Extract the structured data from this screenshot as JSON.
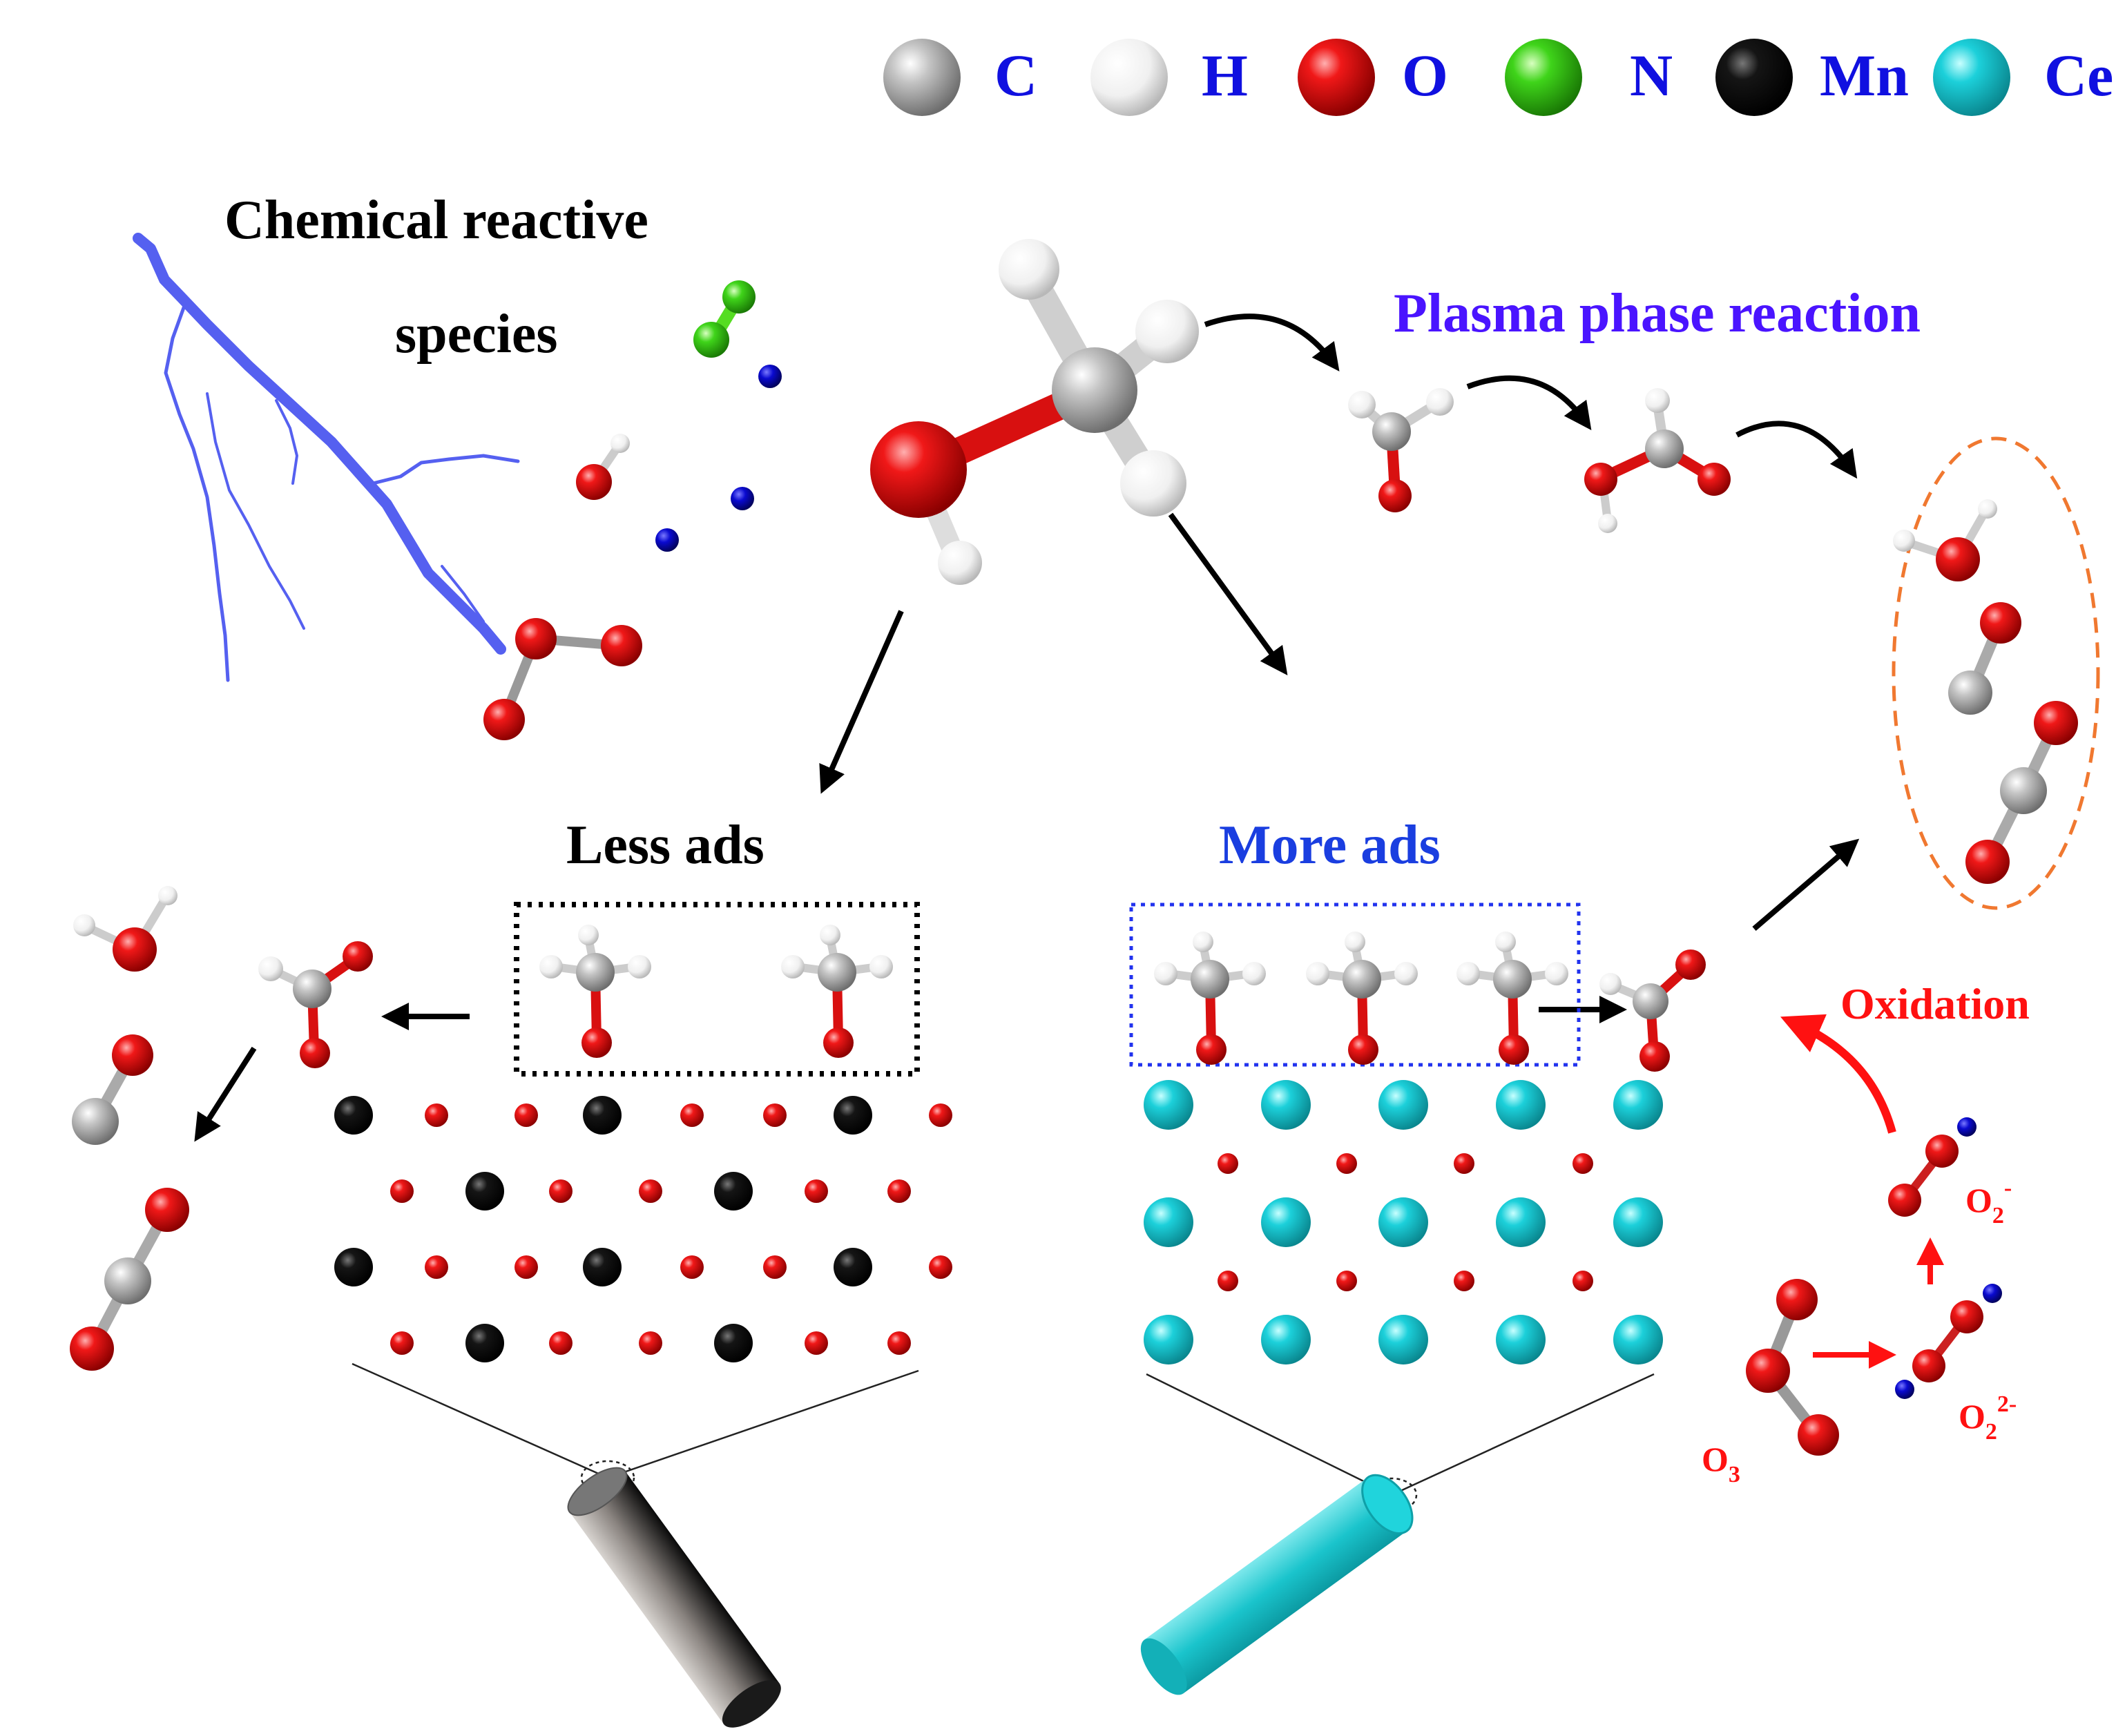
{
  "legend": [
    {
      "symbol": "C",
      "color": "#9a9a9a"
    },
    {
      "symbol": "H",
      "color": "#f2f2f2"
    },
    {
      "symbol": "O",
      "color": "#e01010"
    },
    {
      "symbol": "N",
      "color": "#33cc11"
    },
    {
      "symbol": "Mn",
      "color": "#111111"
    },
    {
      "symbol": "Ce",
      "color": "#14c8d2"
    }
  ],
  "colors": {
    "legend_text": "#1010e0",
    "heading_black": "#000000",
    "plasma_heading": "#4a14ff",
    "more_ads": "#1a3ee0",
    "oxidation": "#ff1111",
    "lightning": "#5560f0",
    "dashed_ellipse": "#f07830",
    "nitrogen_blue": "#0a0ac8",
    "mn_rod": "#2a2a2a",
    "ce_rod": "#19c0c8"
  },
  "icons": [
    "lightning-icon",
    "methanol-molecule",
    "mn-oxide-lattice",
    "ceo2-lattice",
    "mn-catalyst-rod",
    "ce-catalyst-rod"
  ],
  "labels": {
    "chemical_reactive_line1": "Chemical reactive",
    "chemical_reactive_line2": "species",
    "plasma_phase_reaction": "Plasma phase reaction",
    "less_ads": "Less  ads",
    "more_ads": "More  ads",
    "oxidation": "Oxidation",
    "o3_base": "O",
    "o3_sub": "3",
    "o2_minus_base": "O",
    "o2_minus_sub": "2",
    "o2_minus_sup": "-",
    "o2_2minus_base": "O",
    "o2_2minus_sub": "2",
    "o2_2minus_sup": "2-"
  }
}
